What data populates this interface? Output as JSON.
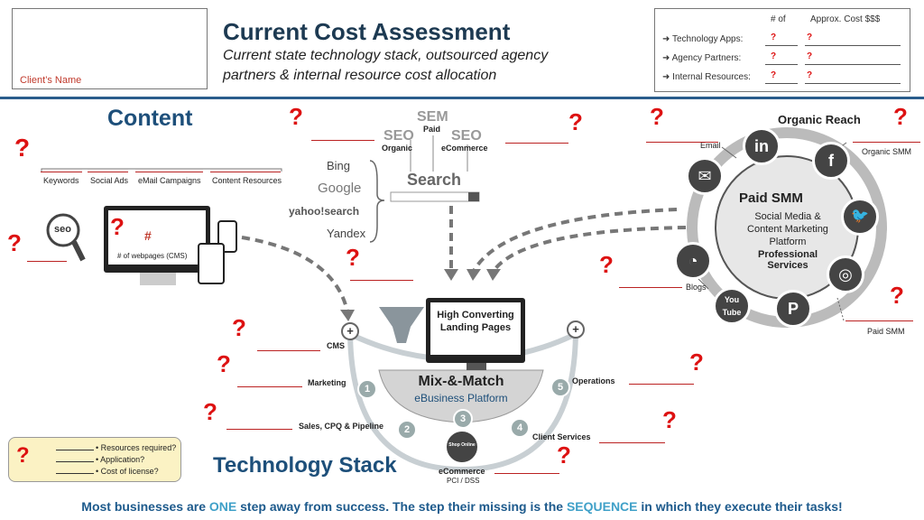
{
  "header": {
    "client_label": "Client’s Name",
    "title": "Current Cost Assessment",
    "subtitle_line1": "Current state technology stack, outsourced agency",
    "subtitle_line2": "partners & internal resource cost allocation"
  },
  "cost_table": {
    "col_count": "# of",
    "col_cost": "Approx. Cost $$$",
    "rows": [
      {
        "label": "Technology Apps:",
        "count": "?",
        "cost": "?"
      },
      {
        "label": "Agency Partners:",
        "count": "?",
        "cost": "?"
      },
      {
        "label": "Internal Resources:",
        "count": "?",
        "cost": "?"
      }
    ]
  },
  "content": {
    "title": "Content",
    "items": [
      "Keywords",
      "Social Ads",
      "eMail Campaigns",
      "Content Resources"
    ],
    "seo_badge": "seo",
    "webpages_symbol": "#",
    "webpages_label": "# of webpages (CMS)"
  },
  "search": {
    "sem": "SEM",
    "paid": "Paid",
    "seo_left": "SEO",
    "organic": "Organic",
    "seo_right": "SEO",
    "ecommerce": "eCommerce",
    "search_title": "Search",
    "engines": [
      "Bing",
      "Google",
      "yahoo!search",
      "Yandex"
    ]
  },
  "social": {
    "organic_reach": "Organic Reach",
    "paid_smm": "Paid SMM",
    "center_line1": "Social Media &",
    "center_line2": "Content Marketing",
    "center_line3": "Platform",
    "center_pro1": "Professional",
    "center_pro2": "Services",
    "email_label": "Email",
    "organic_smm_label": "Organic SMM",
    "blogs_label": "Blogs",
    "paid_smm_label": "Paid SMM",
    "icons": {
      "linkedin": "in",
      "facebook": "f",
      "twitter": "🐦",
      "instagram": "◎",
      "pinterest": "P",
      "youtube": "You Tube",
      "rss": "◔",
      "email": "✉"
    }
  },
  "platform": {
    "landing_line1": "High Converting",
    "landing_line2": "Landing Pages",
    "mix_title": "Mix-&-Match",
    "mix_sub": "eBusiness Platform",
    "shop_online": "Shop Online"
  },
  "stack": {
    "title": "Technology Stack",
    "cms": "CMS",
    "marketing": "Marketing",
    "sales": "Sales, CPQ & Pipeline",
    "ecommerce": "eCommerce",
    "pci": "PCI / DSS",
    "client_services": "Client Services",
    "operations": "Operations",
    "n1": "1",
    "n2": "2",
    "n3": "3",
    "n4": "4",
    "n5": "5",
    "plus": "+"
  },
  "legend": {
    "items": [
      "Resources required?",
      "Application?",
      "Cost of license?"
    ]
  },
  "footer": {
    "part1": "Most businesses are ",
    "one": "ONE",
    "part2": " step away from success. The step their missing is the ",
    "sequence": "SEQUENCE",
    "part3": " in which they execute their tasks!"
  },
  "question_mark": "?"
}
